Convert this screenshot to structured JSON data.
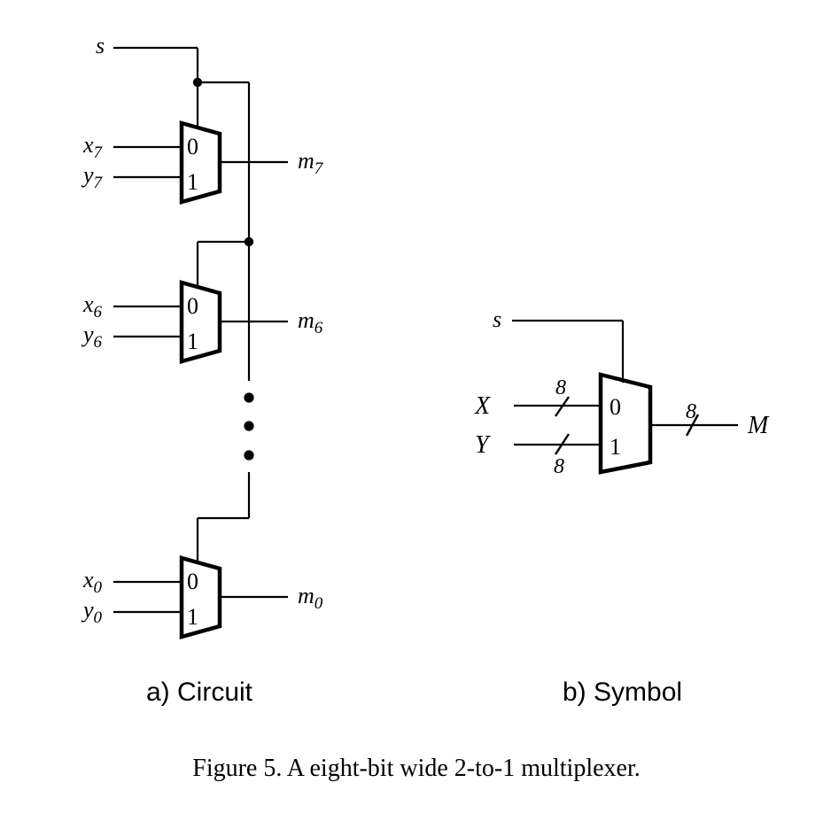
{
  "colors": {
    "line": "#000000",
    "background": "#ffffff",
    "text": "#000000"
  },
  "figure": {
    "part_a_label": "a) Circuit",
    "part_b_label": "b) Symbol",
    "caption": "Figure 5. A eight-bit wide 2-to-1 multiplexer."
  },
  "circuit": {
    "select_label": "s",
    "muxes": [
      {
        "in0_base": "x",
        "in0_sub": "7",
        "in1_base": "y",
        "in1_sub": "7",
        "out_base": "m",
        "out_sub": "7",
        "port0": "0",
        "port1": "1"
      },
      {
        "in0_base": "x",
        "in0_sub": "6",
        "in1_base": "y",
        "in1_sub": "6",
        "out_base": "m",
        "out_sub": "6",
        "port0": "0",
        "port1": "1"
      },
      {
        "in0_base": "x",
        "in0_sub": "0",
        "in1_base": "y",
        "in1_sub": "0",
        "out_base": "m",
        "out_sub": "0",
        "port0": "0",
        "port1": "1"
      }
    ]
  },
  "symbol": {
    "select_label": "s",
    "input0_label": "X",
    "input1_label": "Y",
    "output_label": "M",
    "port0": "0",
    "port1": "1",
    "bus_width_in0": "8",
    "bus_width_in1": "8",
    "bus_width_out": "8"
  }
}
